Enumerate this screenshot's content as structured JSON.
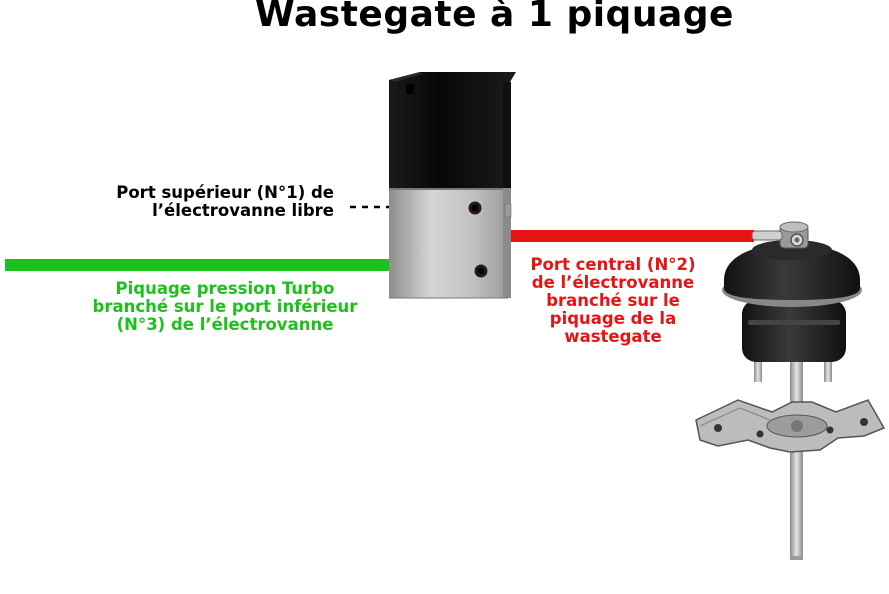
{
  "title": "Wastegate à 1 piquage",
  "labels": {
    "upper_port": [
      "Port supérieur (N°1) de",
      "l’électrovanne libre"
    ],
    "lower_port": [
      "Piquage pression Turbo",
      "branché sur le port inférieur",
      "(N°3) de l’électrovanne"
    ],
    "central_port": [
      "Port central (N°2)",
      "de l’électrovanne",
      "branché sur le",
      "piquage de la",
      "wastegate"
    ]
  },
  "colors": {
    "turbo_line": "#1ec01e",
    "wastegate_line": "#e81414",
    "upper_text": "#000000"
  },
  "icons": [
    "solenoid-valve-icon",
    "wastegate-actuator-icon"
  ]
}
